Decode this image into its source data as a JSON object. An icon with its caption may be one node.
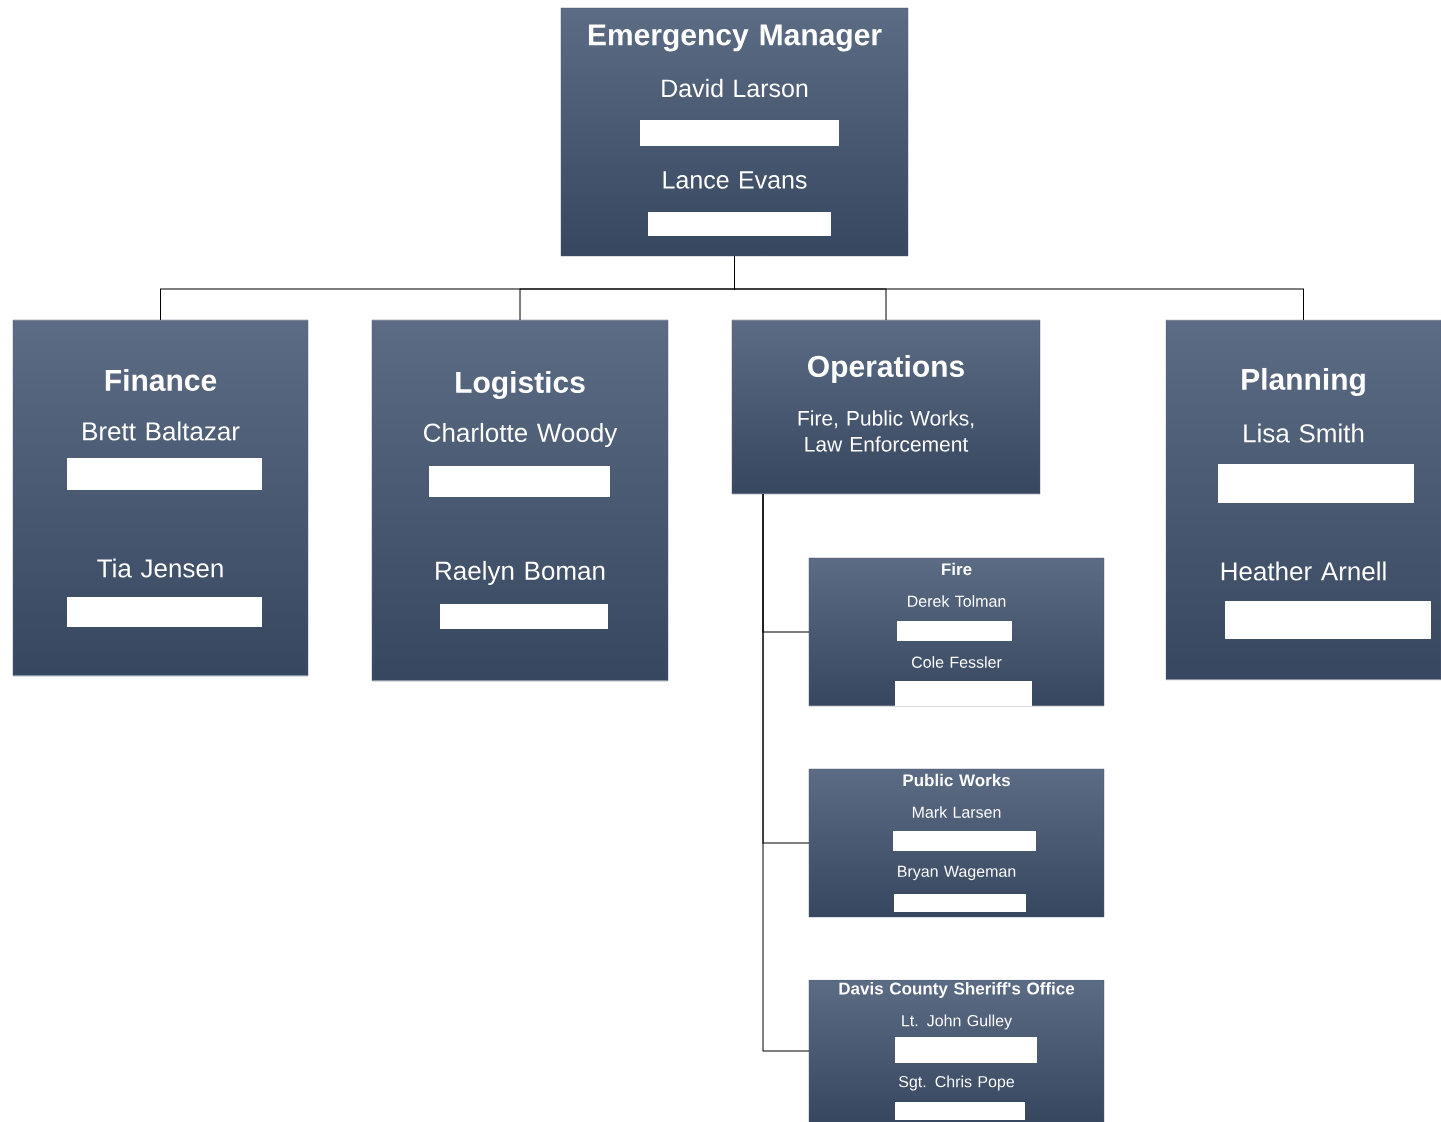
{
  "diagram": {
    "nodes": [
      {
        "text": [
          "Emergency Manager",
          "David Larson",
          "Lance Evans"
        ]
      },
      {
        "text": [
          "Finance",
          "Brett Baltazar",
          "Tia Jensen"
        ]
      },
      {
        "text": [
          "Logistics",
          "Charlotte Woody",
          "Raelyn Boman"
        ]
      },
      {
        "text": [
          "Operations",
          "Fire, Public Works, Law Enforcement"
        ]
      },
      {
        "text": [
          "Planning",
          "Lisa Smith",
          "Heather Arnell"
        ]
      },
      {
        "text": [
          "Fire",
          "Derek Tolman",
          "Cole Fessler"
        ]
      },
      {
        "text": [
          "Public Works",
          "Mark Larsen",
          "Bryan Wageman"
        ]
      },
      {
        "text": [
          "Davis County Sheriff's Office",
          "Lt. John Gulley",
          "Sgt. Chris Pope"
        ]
      }
    ],
    "edges": [
      {
        "from": 0,
        "to": 1,
        "arrow": "none"
      },
      {
        "from": 0,
        "to": 2,
        "arrow": "none"
      },
      {
        "from": 0,
        "to": 3,
        "arrow": "none"
      },
      {
        "from": 0,
        "to": 4,
        "arrow": "none"
      },
      {
        "from": 3,
        "to": 5,
        "arrow": "none"
      },
      {
        "from": 3,
        "to": 6,
        "arrow": "none"
      },
      {
        "from": 3,
        "to": 7,
        "arrow": "none"
      }
    ]
  }
}
